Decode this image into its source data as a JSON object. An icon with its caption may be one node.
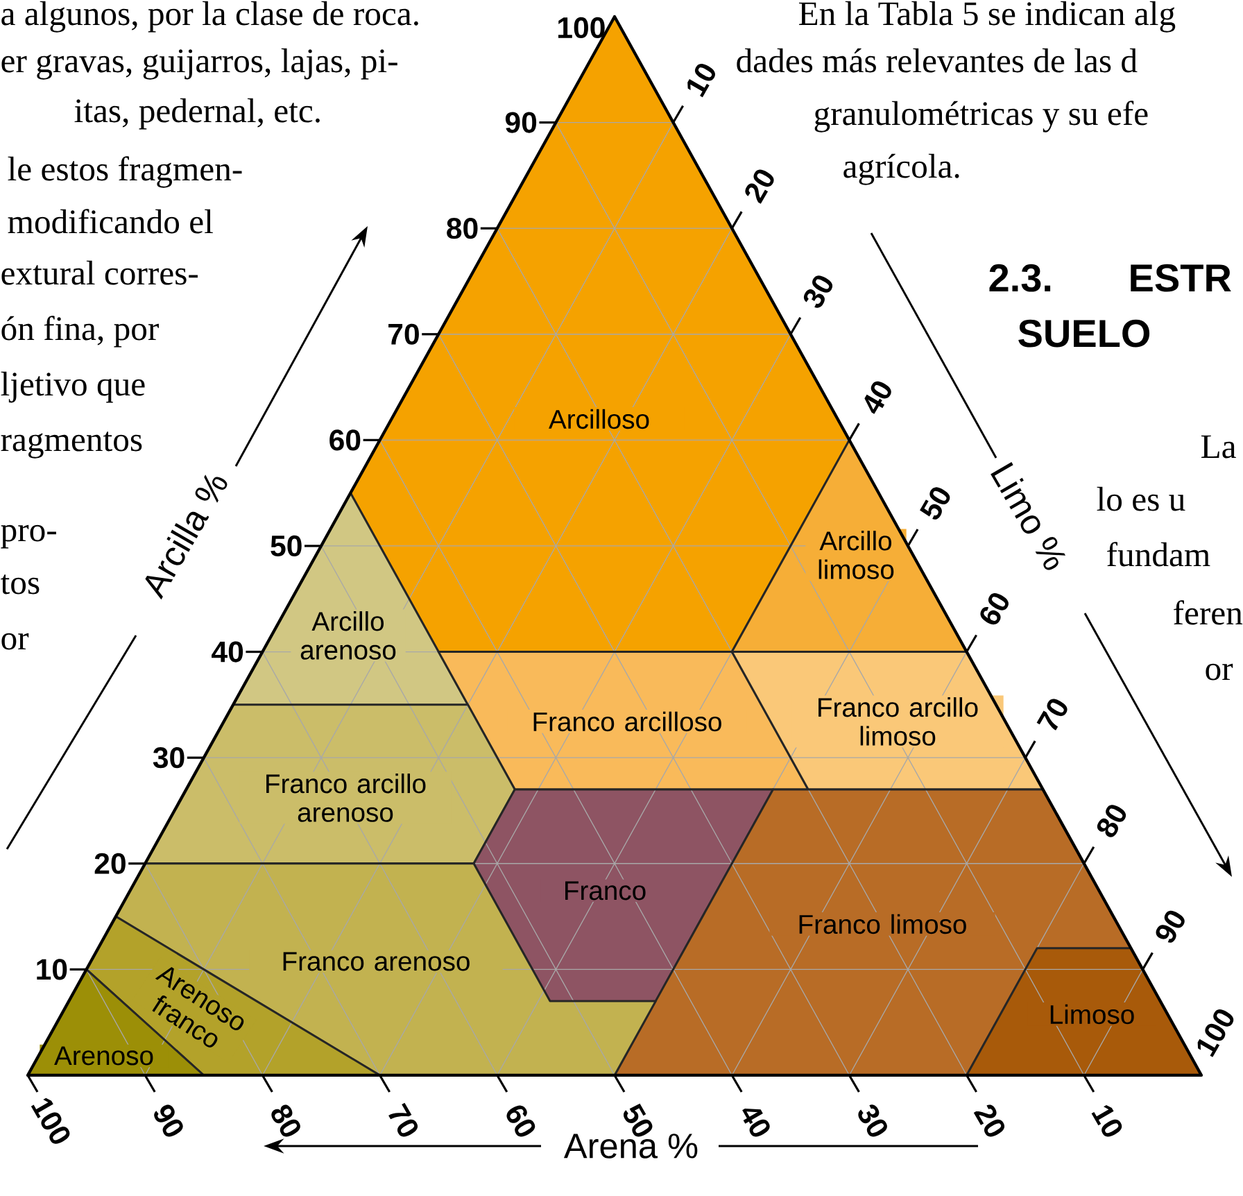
{
  "diagram": {
    "nodes": [
      {
        "text": [
          "Arcilloso"
        ]
      },
      {
        "text": [
          "Arcillo limoso"
        ]
      },
      {
        "text": [
          "Arcillo arenoso"
        ]
      },
      {
        "text": [
          "Franco arcilloso"
        ]
      },
      {
        "text": [
          "Franco arcillo limoso"
        ]
      },
      {
        "text": [
          "Franco arcillo arenoso"
        ]
      },
      {
        "text": [
          "Franco"
        ]
      },
      {
        "text": [
          "Franco limoso"
        ]
      },
      {
        "text": [
          "Franco arenoso"
        ]
      },
      {
        "text": [
          "Arenoso franco"
        ]
      },
      {
        "text": [
          "Limoso"
        ]
      },
      {
        "text": [
          "Arenoso"
        ]
      }
    ],
    "labels": [
      "a algunos, por la clase de roca.",
      "er gravas, guijarros, lajas, pi-",
      "itas, pedernal, etc.",
      "le estos fragmen-",
      "modificando el",
      "extural corres-",
      "ón fina, por",
      "ljetivo que",
      "ragmentos",
      "pro-",
      "tos",
      "or",
      "En la Tabla 5 se indican alg",
      "dades más relevantes de las d",
      "granulométricas y su efe",
      "agrícola.",
      "2.3.",
      "ESTR",
      "SUELO",
      "La",
      "lo es u",
      "fundam",
      "feren",
      "or",
      "10",
      "20",
      "30",
      "40",
      "50",
      "60",
      "70",
      "80",
      "90",
      "100",
      "10",
      "20",
      "30",
      "40",
      "50",
      "60",
      "70",
      "80",
      "90",
      "100",
      "100",
      "90",
      "80",
      "70",
      "60",
      "50",
      "40",
      "30",
      "20",
      "10",
      "Arcilla %",
      "Limo %",
      "Arena %"
    ]
  }
}
